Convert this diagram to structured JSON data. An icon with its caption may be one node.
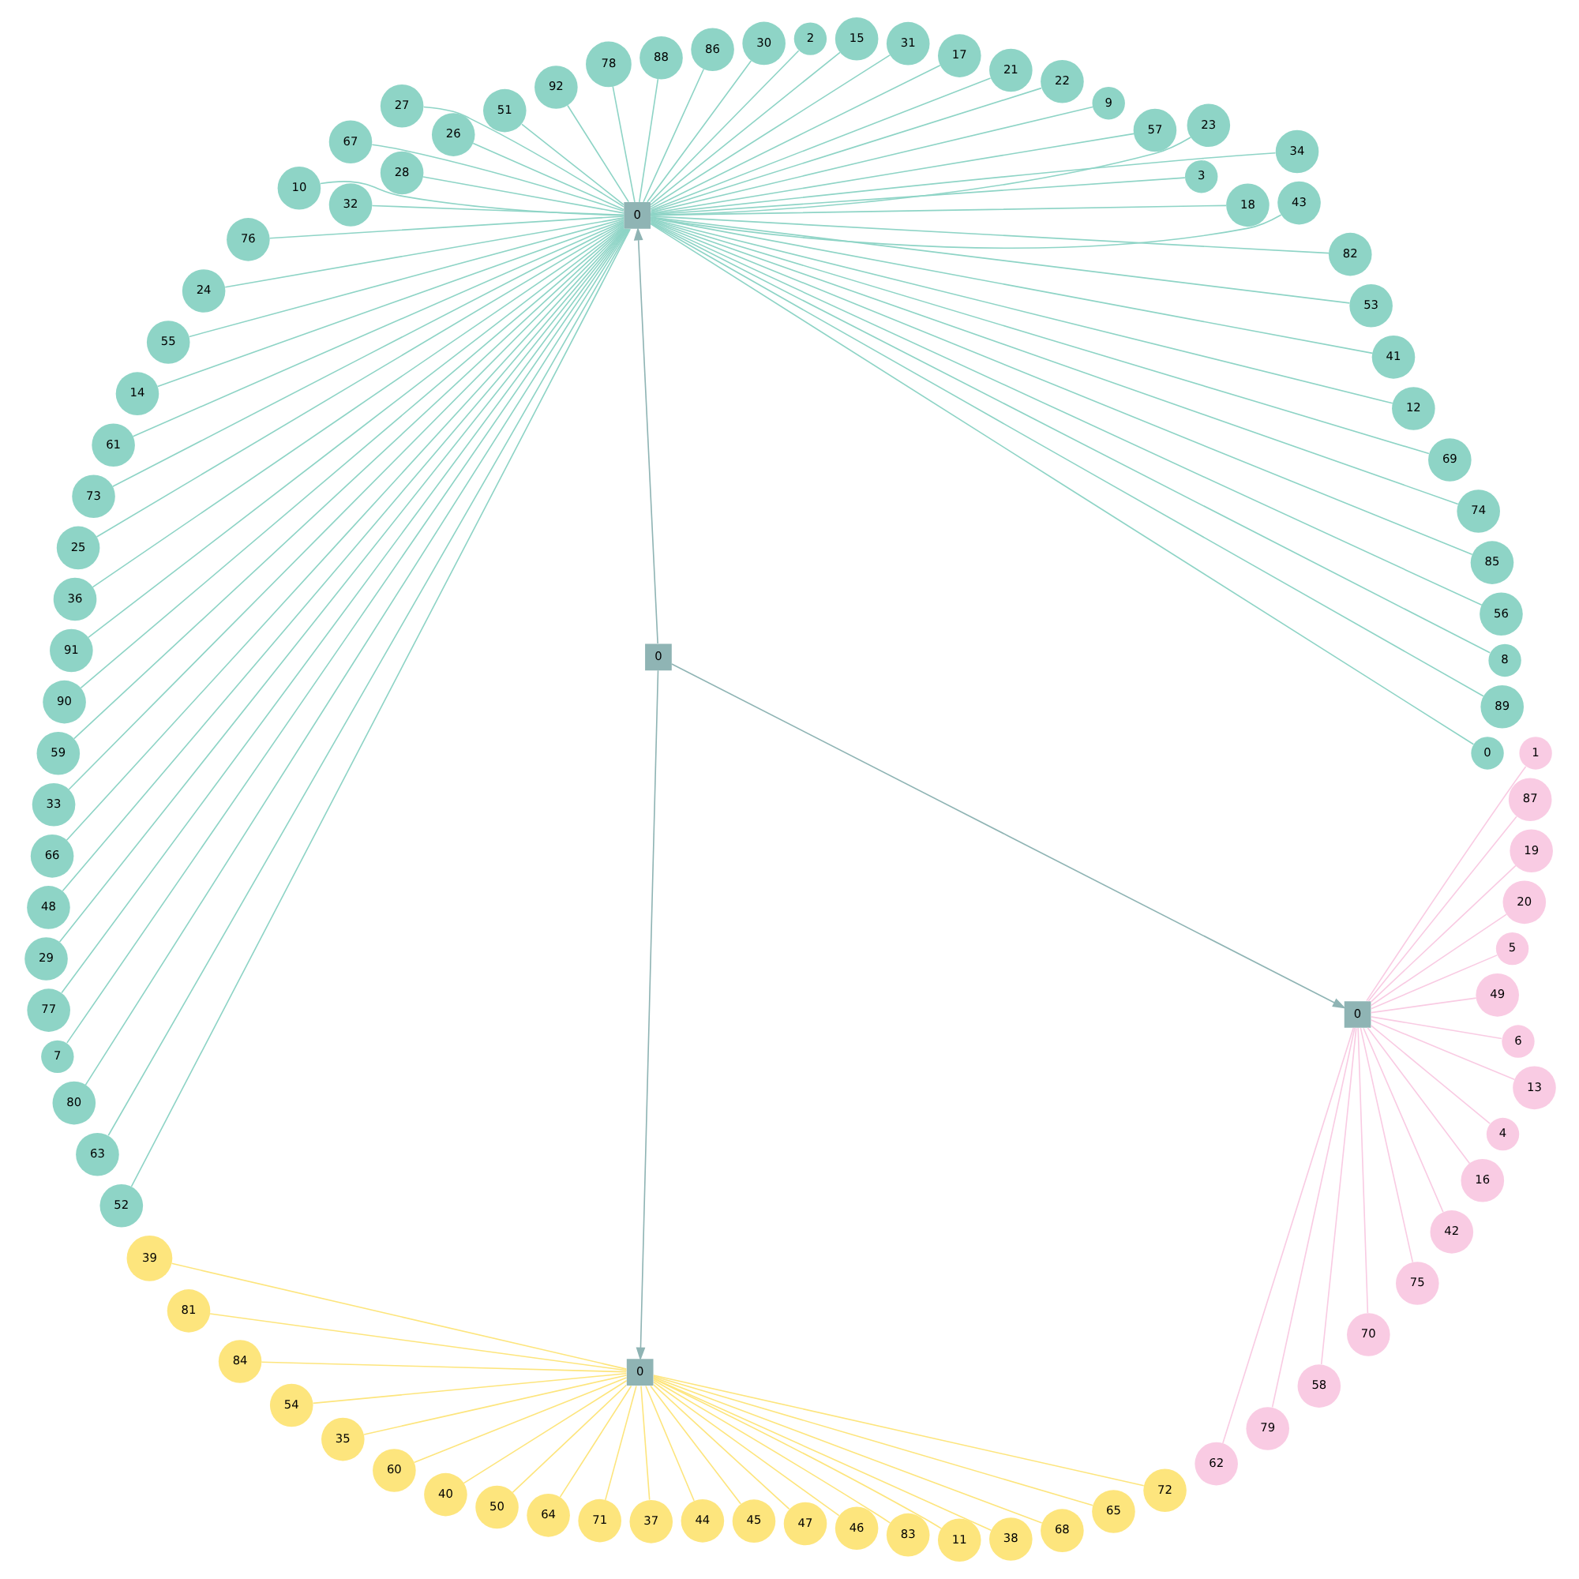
{
  "diagram": {
    "nodes": [
      {
        "text": [
          "0"
        ]
      },
      {
        "text": [
          "0"
        ]
      },
      {
        "text": [
          "0"
        ]
      },
      {
        "text": [
          "0"
        ]
      },
      {
        "text": [
          "0"
        ]
      },
      {
        "text": [
          "89"
        ]
      },
      {
        "text": [
          "8"
        ]
      },
      {
        "text": [
          "56"
        ]
      },
      {
        "text": [
          "85"
        ]
      },
      {
        "text": [
          "74"
        ]
      },
      {
        "text": [
          "69"
        ]
      },
      {
        "text": [
          "12"
        ]
      },
      {
        "text": [
          "41"
        ]
      },
      {
        "text": [
          "53"
        ]
      },
      {
        "text": [
          "82"
        ]
      },
      {
        "text": [
          "43"
        ]
      },
      {
        "text": [
          "34"
        ]
      },
      {
        "text": [
          "23"
        ]
      },
      {
        "text": [
          "18"
        ]
      },
      {
        "text": [
          "3"
        ]
      },
      {
        "text": [
          "57"
        ]
      },
      {
        "text": [
          "9"
        ]
      },
      {
        "text": [
          "22"
        ]
      },
      {
        "text": [
          "21"
        ]
      },
      {
        "text": [
          "17"
        ]
      },
      {
        "text": [
          "31"
        ]
      },
      {
        "text": [
          "15"
        ]
      },
      {
        "text": [
          "2"
        ]
      },
      {
        "text": [
          "30"
        ]
      },
      {
        "text": [
          "86"
        ]
      },
      {
        "text": [
          "88"
        ]
      },
      {
        "text": [
          "39"
        ]
      },
      {
        "text": [
          "81"
        ]
      },
      {
        "text": [
          "84"
        ]
      },
      {
        "text": [
          "54"
        ]
      },
      {
        "text": [
          "35"
        ]
      },
      {
        "text": [
          "60"
        ]
      },
      {
        "text": [
          "40"
        ]
      },
      {
        "text": [
          "50"
        ]
      },
      {
        "text": [
          "64"
        ]
      },
      {
        "text": [
          "71"
        ]
      },
      {
        "text": [
          "37"
        ]
      },
      {
        "text": [
          "44"
        ]
      },
      {
        "text": [
          "45"
        ]
      },
      {
        "text": [
          "47"
        ]
      },
      {
        "text": [
          "46"
        ]
      },
      {
        "text": [
          "83"
        ]
      },
      {
        "text": [
          "11"
        ]
      },
      {
        "text": [
          "38"
        ]
      },
      {
        "text": [
          "68"
        ]
      },
      {
        "text": [
          "65"
        ]
      },
      {
        "text": [
          "72"
        ]
      },
      {
        "text": [
          "62"
        ]
      },
      {
        "text": [
          "79"
        ]
      },
      {
        "text": [
          "58"
        ]
      },
      {
        "text": [
          "70"
        ]
      },
      {
        "text": [
          "75"
        ]
      },
      {
        "text": [
          "42"
        ]
      },
      {
        "text": [
          "16"
        ]
      },
      {
        "text": [
          "4"
        ]
      },
      {
        "text": [
          "13"
        ]
      },
      {
        "text": [
          "6"
        ]
      },
      {
        "text": [
          "49"
        ]
      },
      {
        "text": [
          "5"
        ]
      },
      {
        "text": [
          "20"
        ]
      },
      {
        "text": [
          "19"
        ]
      },
      {
        "text": [
          "87"
        ]
      },
      {
        "text": [
          "1"
        ]
      },
      {
        "text": [
          "78"
        ]
      },
      {
        "text": [
          "92"
        ]
      },
      {
        "text": [
          "51"
        ]
      },
      {
        "text": [
          "26"
        ]
      },
      {
        "text": [
          "28"
        ]
      },
      {
        "text": [
          "32"
        ]
      },
      {
        "text": [
          "27"
        ]
      },
      {
        "text": [
          "67"
        ]
      },
      {
        "text": [
          "10"
        ]
      },
      {
        "text": [
          "76"
        ]
      },
      {
        "text": [
          "24"
        ]
      },
      {
        "text": [
          "55"
        ]
      },
      {
        "text": [
          "14"
        ]
      },
      {
        "text": [
          "61"
        ]
      },
      {
        "text": [
          "73"
        ]
      },
      {
        "text": [
          "25"
        ]
      },
      {
        "text": [
          "36"
        ]
      },
      {
        "text": [
          "91"
        ]
      },
      {
        "text": [
          "90"
        ]
      },
      {
        "text": [
          "59"
        ]
      },
      {
        "text": [
          "33"
        ]
      },
      {
        "text": [
          "66"
        ]
      },
      {
        "text": [
          "48"
        ]
      },
      {
        "text": [
          "29"
        ]
      },
      {
        "text": [
          "77"
        ]
      },
      {
        "text": [
          "7"
        ]
      },
      {
        "text": [
          "80"
        ]
      },
      {
        "text": [
          "63"
        ]
      },
      {
        "text": [
          "52"
        ]
      }
    ],
    "edges": [
      {
        "from": 0,
        "to": 1,
        "arrow": "to",
        "color": "#8fb4b4"
      },
      {
        "from": 0,
        "to": 2,
        "arrow": "to",
        "color": "#8fb4b4"
      },
      {
        "from": 0,
        "to": 3,
        "arrow": "to",
        "color": "#8fb4b4"
      },
      {
        "from": 1,
        "to": 4,
        "arrow": "none"
      },
      {
        "from": 1,
        "to": 5,
        "arrow": "none"
      },
      {
        "from": 1,
        "to": 6,
        "arrow": "none"
      },
      {
        "from": 1,
        "to": 7,
        "arrow": "none"
      },
      {
        "from": 1,
        "to": 8,
        "arrow": "none"
      },
      {
        "from": 1,
        "to": 9,
        "arrow": "none"
      },
      {
        "from": 1,
        "to": 10,
        "arrow": "none"
      },
      {
        "from": 1,
        "to": 11,
        "arrow": "none"
      },
      {
        "from": 1,
        "to": 12,
        "arrow": "none"
      },
      {
        "from": 1,
        "to": 13,
        "arrow": "none"
      },
      {
        "from": 1,
        "to": 14,
        "arrow": "none"
      },
      {
        "from": 1,
        "to": 15,
        "arrow": "none"
      },
      {
        "from": 1,
        "to": 16,
        "arrow": "none"
      },
      {
        "from": 1,
        "to": 17,
        "arrow": "none"
      },
      {
        "from": 1,
        "to": 18,
        "arrow": "none"
      },
      {
        "from": 1,
        "to": 19,
        "arrow": "none"
      },
      {
        "from": 1,
        "to": 20,
        "arrow": "none"
      },
      {
        "from": 1,
        "to": 21,
        "arrow": "none"
      },
      {
        "from": 1,
        "to": 22,
        "arrow": "none"
      },
      {
        "from": 1,
        "to": 23,
        "arrow": "none"
      },
      {
        "from": 1,
        "to": 24,
        "arrow": "none"
      },
      {
        "from": 1,
        "to": 25,
        "arrow": "none"
      },
      {
        "from": 1,
        "to": 26,
        "arrow": "none"
      },
      {
        "from": 1,
        "to": 27,
        "arrow": "none"
      },
      {
        "from": 1,
        "to": 28,
        "arrow": "none"
      },
      {
        "from": 1,
        "to": 29,
        "arrow": "none"
      },
      {
        "from": 1,
        "to": 30,
        "arrow": "none"
      },
      {
        "from": 2,
        "to": 31,
        "arrow": "none",
        "color": "#fde57d"
      },
      {
        "from": 2,
        "to": 32,
        "arrow": "none",
        "color": "#fde57d"
      },
      {
        "from": 2,
        "to": 33,
        "arrow": "none",
        "color": "#fde57d"
      },
      {
        "from": 2,
        "to": 34,
        "arrow": "none",
        "color": "#fde57d"
      },
      {
        "from": 2,
        "to": 35,
        "arrow": "none",
        "color": "#fde57d"
      },
      {
        "from": 2,
        "to": 36,
        "arrow": "none",
        "color": "#fde57d"
      },
      {
        "from": 2,
        "to": 37,
        "arrow": "none",
        "color": "#fde57d"
      },
      {
        "from": 2,
        "to": 38,
        "arrow": "none",
        "color": "#fde57d"
      },
      {
        "from": 2,
        "to": 39,
        "arrow": "none",
        "color": "#fde57d"
      },
      {
        "from": 2,
        "to": 40,
        "arrow": "none",
        "color": "#fde57d"
      },
      {
        "from": 2,
        "to": 41,
        "arrow": "none",
        "color": "#fde57d"
      },
      {
        "from": 2,
        "to": 42,
        "arrow": "none",
        "color": "#fde57d"
      },
      {
        "from": 2,
        "to": 43,
        "arrow": "none",
        "color": "#fde57d"
      },
      {
        "from": 2,
        "to": 44,
        "arrow": "none",
        "color": "#fde57d"
      },
      {
        "from": 2,
        "to": 45,
        "arrow": "none",
        "color": "#fde57d"
      },
      {
        "from": 2,
        "to": 46,
        "arrow": "none",
        "color": "#fde57d"
      },
      {
        "from": 2,
        "to": 47,
        "arrow": "none",
        "color": "#fde57d"
      },
      {
        "from": 2,
        "to": 48,
        "arrow": "none",
        "color": "#fde57d"
      },
      {
        "from": 2,
        "to": 49,
        "arrow": "none",
        "color": "#fde57d"
      },
      {
        "from": 2,
        "to": 50,
        "arrow": "none",
        "color": "#fde57d"
      },
      {
        "from": 2,
        "to": 51,
        "arrow": "none",
        "color": "#fde57d"
      },
      {
        "from": 3,
        "to": 52,
        "arrow": "none",
        "color": "#f9cbe3"
      },
      {
        "from": 3,
        "to": 53,
        "arrow": "none",
        "color": "#f9cbe3"
      },
      {
        "from": 3,
        "to": 54,
        "arrow": "none",
        "color": "#f9cbe3"
      },
      {
        "from": 3,
        "to": 55,
        "arrow": "none",
        "color": "#f9cbe3"
      },
      {
        "from": 3,
        "to": 56,
        "arrow": "none",
        "color": "#f9cbe3"
      },
      {
        "from": 3,
        "to": 57,
        "arrow": "none",
        "color": "#f9cbe3"
      },
      {
        "from": 3,
        "to": 58,
        "arrow": "none",
        "color": "#f9cbe3"
      },
      {
        "from": 3,
        "to": 59,
        "arrow": "none",
        "color": "#f9cbe3"
      },
      {
        "from": 3,
        "to": 60,
        "arrow": "none",
        "color": "#f9cbe3"
      },
      {
        "from": 3,
        "to": 61,
        "arrow": "none",
        "color": "#f9cbe3"
      },
      {
        "from": 3,
        "to": 62,
        "arrow": "none",
        "color": "#f9cbe3"
      },
      {
        "from": 3,
        "to": 63,
        "arrow": "none",
        "color": "#f9cbe3"
      },
      {
        "from": 3,
        "to": 64,
        "arrow": "none",
        "color": "#f9cbe3"
      },
      {
        "from": 3,
        "to": 65,
        "arrow": "none",
        "color": "#f9cbe3"
      },
      {
        "from": 3,
        "to": 66,
        "arrow": "none",
        "color": "#f9cbe3"
      },
      {
        "from": 3,
        "to": 67,
        "arrow": "none",
        "color": "#f9cbe3"
      },
      {
        "from": 1,
        "to": 68,
        "arrow": "none"
      },
      {
        "from": 1,
        "to": 69,
        "arrow": "none"
      },
      {
        "from": 1,
        "to": 70,
        "arrow": "none"
      },
      {
        "from": 1,
        "to": 71,
        "arrow": "none"
      },
      {
        "from": 1,
        "to": 72,
        "arrow": "none"
      },
      {
        "from": 1,
        "to": 73,
        "arrow": "none"
      },
      {
        "from": 1,
        "to": 74,
        "arrow": "none"
      },
      {
        "from": 1,
        "to": 75,
        "arrow": "none"
      },
      {
        "from": 1,
        "to": 76,
        "arrow": "none"
      },
      {
        "from": 1,
        "to": 77,
        "arrow": "none"
      },
      {
        "from": 1,
        "to": 78,
        "arrow": "none"
      },
      {
        "from": 1,
        "to": 79,
        "arrow": "none"
      },
      {
        "from": 1,
        "to": 80,
        "arrow": "none"
      },
      {
        "from": 1,
        "to": 81,
        "arrow": "none"
      },
      {
        "from": 1,
        "to": 82,
        "arrow": "none"
      },
      {
        "from": 1,
        "to": 83,
        "arrow": "none"
      },
      {
        "from": 1,
        "to": 84,
        "arrow": "none"
      },
      {
        "from": 1,
        "to": 85,
        "arrow": "none"
      },
      {
        "from": 1,
        "to": 86,
        "arrow": "none"
      },
      {
        "from": 1,
        "to": 87,
        "arrow": "none"
      },
      {
        "from": 1,
        "to": 88,
        "arrow": "none"
      },
      {
        "from": 1,
        "to": 89,
        "arrow": "none"
      },
      {
        "from": 1,
        "to": 90,
        "arrow": "none"
      },
      {
        "from": 1,
        "to": 91,
        "arrow": "none"
      },
      {
        "from": 1,
        "to": 92,
        "arrow": "none"
      },
      {
        "from": 1,
        "to": 93,
        "arrow": "none"
      },
      {
        "from": 1,
        "to": 94,
        "arrow": "none"
      },
      {
        "from": 1,
        "to": 95,
        "arrow": "none"
      },
      {
        "from": 1,
        "to": 96,
        "arrow": "none"
      }
    ]
  }
}
